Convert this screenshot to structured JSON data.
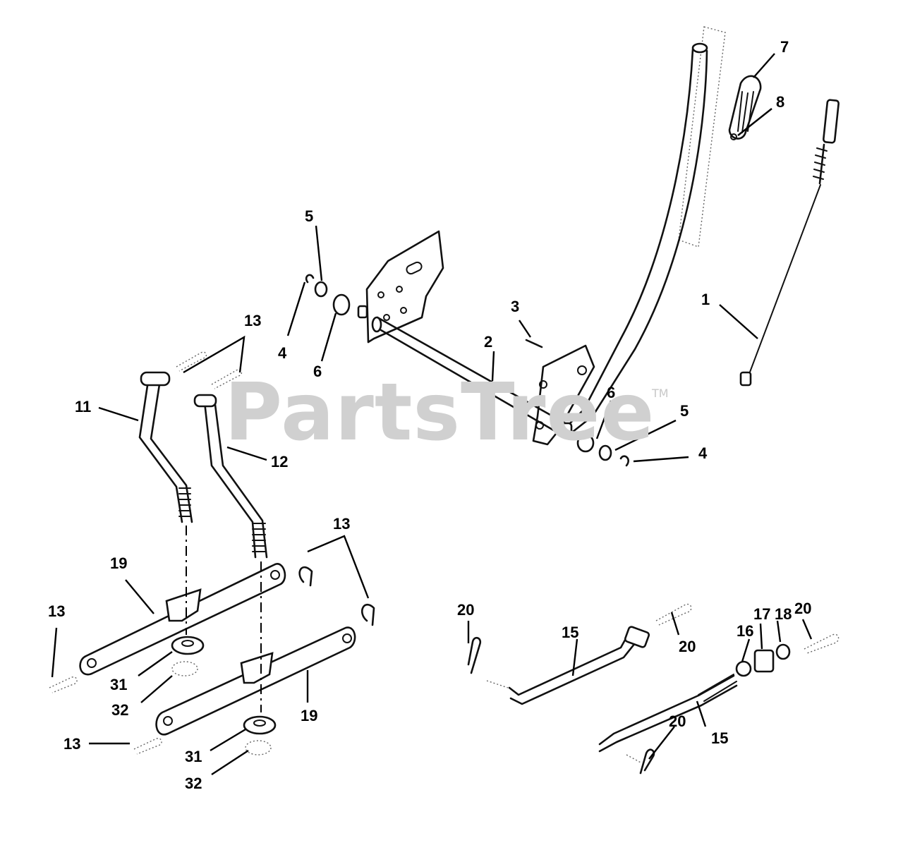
{
  "watermark": {
    "brand": "PartsTree",
    "trademark": "TM"
  },
  "callouts": [
    {
      "id": "c1",
      "label": "1"
    },
    {
      "id": "c2",
      "label": "2"
    },
    {
      "id": "c3",
      "label": "3"
    },
    {
      "id": "c4a",
      "label": "4"
    },
    {
      "id": "c4b",
      "label": "4"
    },
    {
      "id": "c5a",
      "label": "5"
    },
    {
      "id": "c5b",
      "label": "5"
    },
    {
      "id": "c6a",
      "label": "6"
    },
    {
      "id": "c6b",
      "label": "6"
    },
    {
      "id": "c7",
      "label": "7"
    },
    {
      "id": "c8",
      "label": "8"
    },
    {
      "id": "c11",
      "label": "11"
    },
    {
      "id": "c12",
      "label": "12"
    },
    {
      "id": "c13a",
      "label": "13"
    },
    {
      "id": "c13b",
      "label": "13"
    },
    {
      "id": "c13c",
      "label": "13"
    },
    {
      "id": "c13d",
      "label": "13"
    },
    {
      "id": "c15a",
      "label": "15"
    },
    {
      "id": "c15b",
      "label": "15"
    },
    {
      "id": "c16",
      "label": "16"
    },
    {
      "id": "c17",
      "label": "17"
    },
    {
      "id": "c18",
      "label": "18"
    },
    {
      "id": "c19a",
      "label": "19"
    },
    {
      "id": "c19b",
      "label": "19"
    },
    {
      "id": "c20a",
      "label": "20"
    },
    {
      "id": "c20b",
      "label": "20"
    },
    {
      "id": "c20c",
      "label": "20"
    },
    {
      "id": "c20d",
      "label": "20"
    },
    {
      "id": "c31a",
      "label": "31"
    },
    {
      "id": "c31b",
      "label": "31"
    },
    {
      "id": "c32a",
      "label": "32"
    },
    {
      "id": "c32b",
      "label": "32"
    }
  ]
}
